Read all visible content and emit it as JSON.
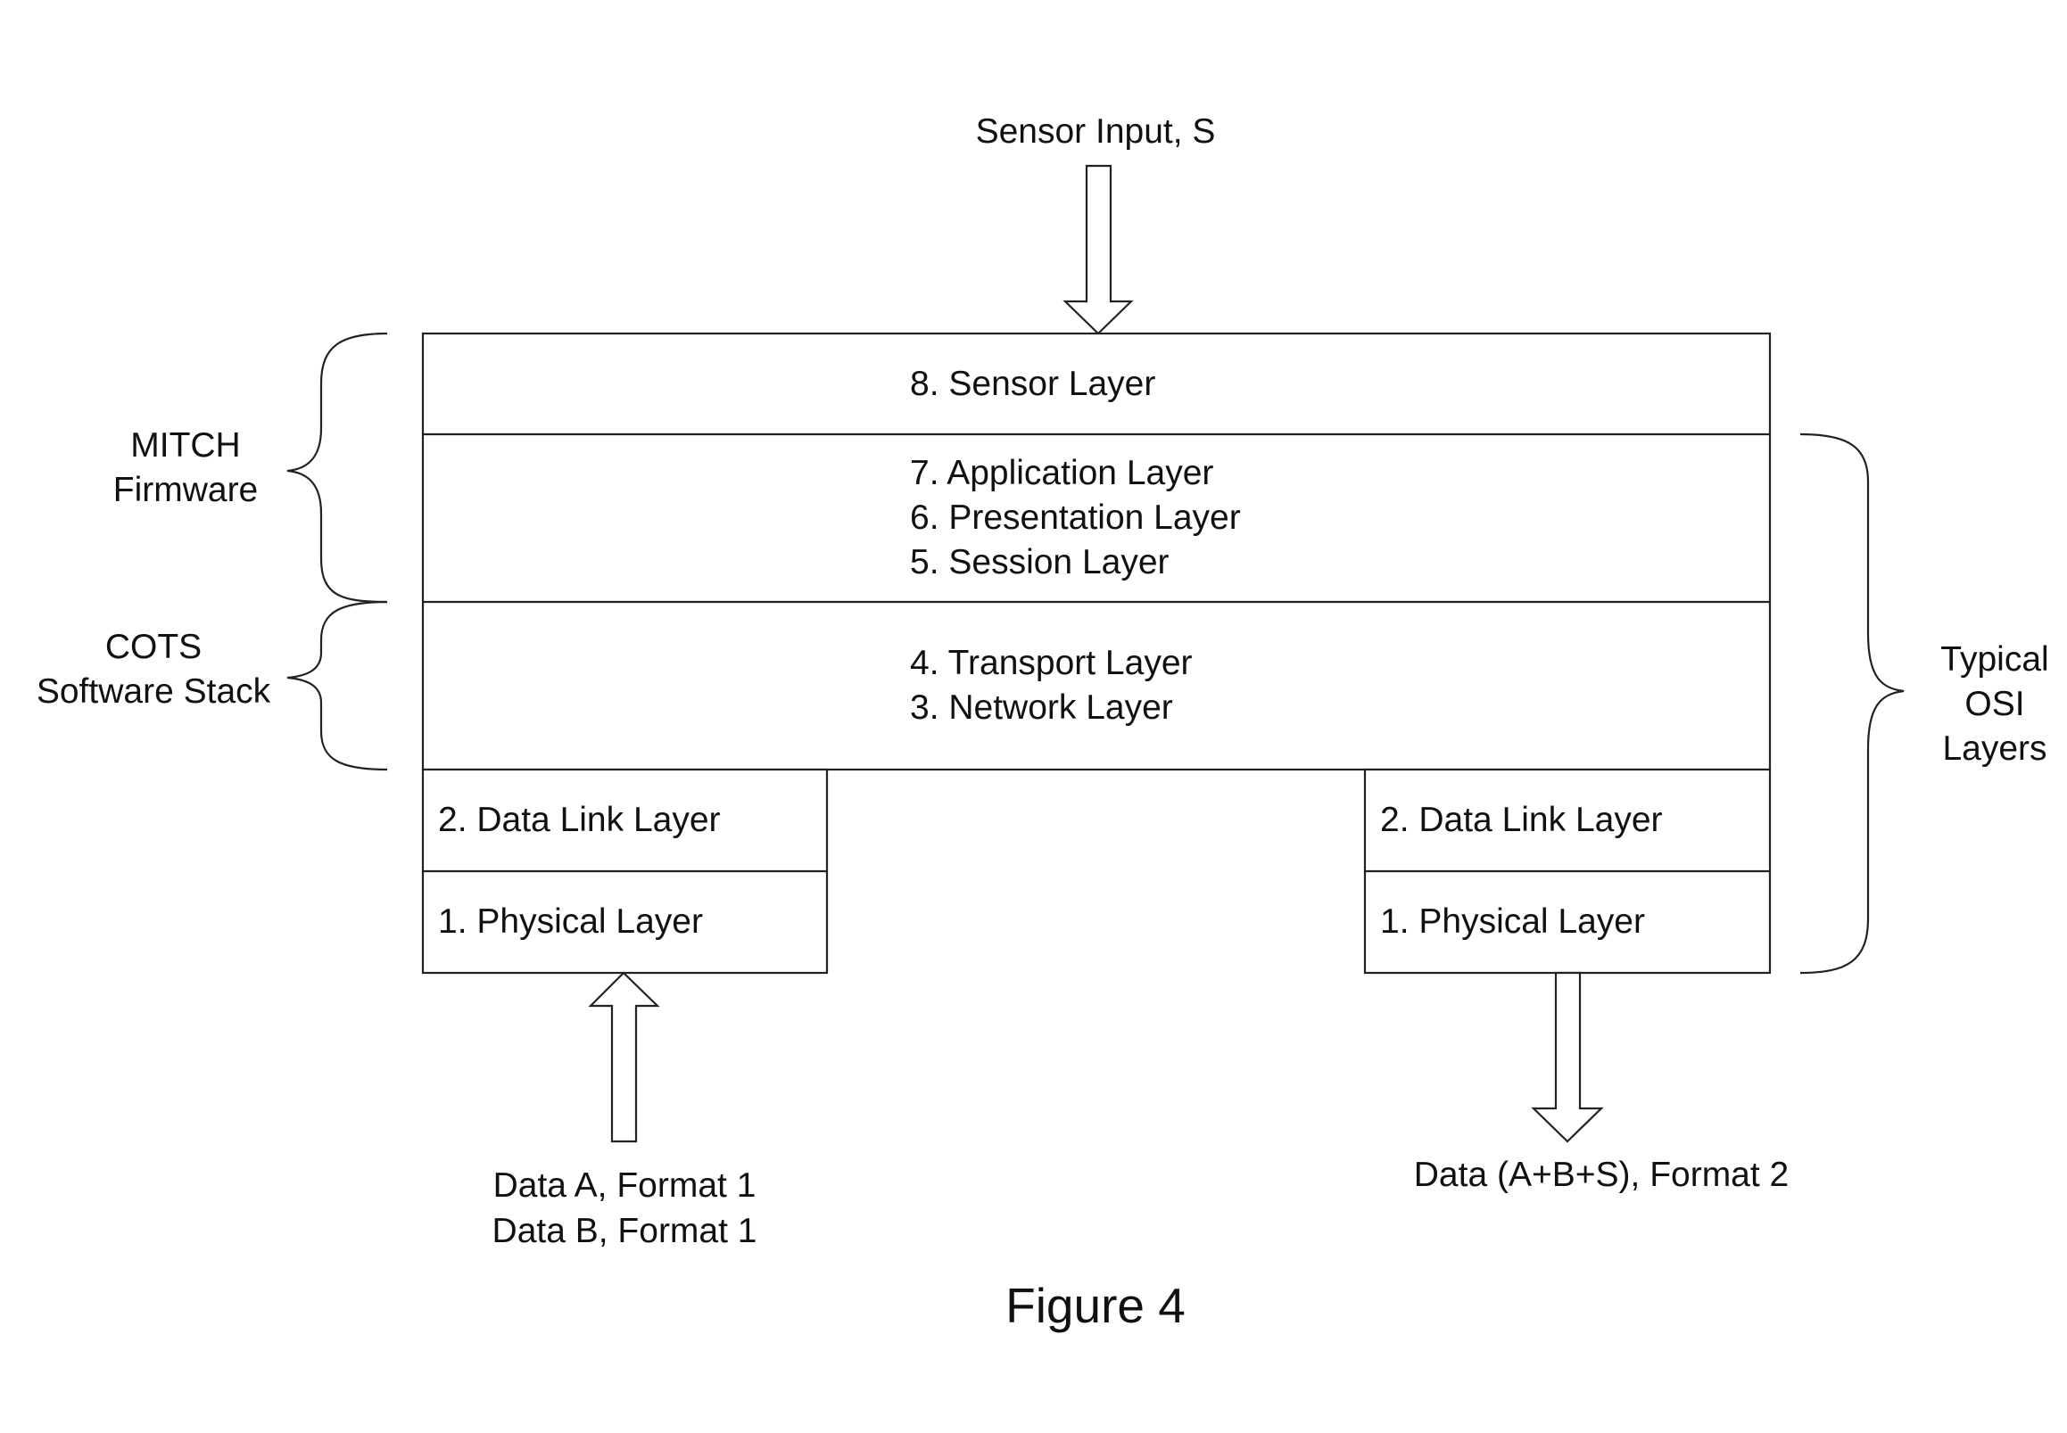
{
  "inputs": {
    "sensor_input": "Sensor Input, S",
    "data_in": [
      "Data A, Format 1",
      "Data B, Format 1"
    ],
    "data_out": "Data (A+B+S), Format 2"
  },
  "stack": {
    "sensor_layer": "8. Sensor Layer",
    "upper_layers": [
      "7. Application Layer",
      "6. Presentation Layer",
      "5. Session Layer"
    ],
    "middle_layers": [
      "4. Transport Layer",
      "3. Network Layer"
    ],
    "left_column": [
      "2. Data Link Layer",
      "1. Physical Layer"
    ],
    "right_column": [
      "2. Data Link Layer",
      "1. Physical Layer"
    ]
  },
  "braces": {
    "mitch": [
      "MITCH",
      "Firmware"
    ],
    "cots": [
      "COTS",
      "Software Stack"
    ],
    "osi": [
      "Typical",
      "OSI",
      "Layers"
    ]
  },
  "caption": "Figure 4"
}
